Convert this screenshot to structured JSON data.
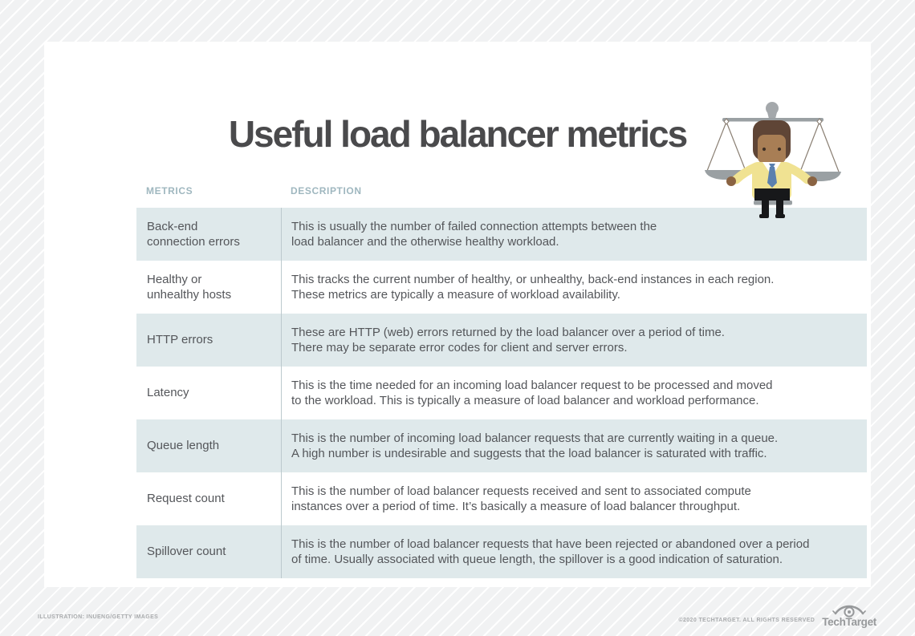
{
  "page": {
    "title": "Useful load balancer metrics"
  },
  "table": {
    "headers": {
      "metrics": "METRICS",
      "description": "DESCRIPTION"
    },
    "rows": [
      {
        "metric": "Back-end\nconnection errors",
        "description": "This is usually the number of failed connection attempts between the\nload balancer and the otherwise healthy workload."
      },
      {
        "metric": "Healthy or\nunhealthy hosts",
        "description": "This tracks the current number of healthy, or unhealthy, back-end instances in each region.\nThese metrics are typically a measure of workload availability."
      },
      {
        "metric": "HTTP errors",
        "description": "These are HTTP (web) errors returned by the load balancer over a period of time.\nThere may be separate error codes for client and server errors."
      },
      {
        "metric": "Latency",
        "description": "This is the time needed for an incoming load balancer request to be processed and moved\nto the workload. This is typically a measure of load balancer and workload performance."
      },
      {
        "metric": "Queue length",
        "description": "This is the number of incoming load balancer requests that are currently waiting in a queue.\nA high number is undesirable and suggests that the load balancer is saturated with traffic."
      },
      {
        "metric": "Request count",
        "description": "This is the number of load balancer requests received and sent to associated compute\ninstances over a period of time. It’s basically a measure of load balancer throughput."
      },
      {
        "metric": "Spillover count",
        "description": "This is the number of load balancer requests that have been rejected or abandoned over a period\nof time. Usually associated with queue length, the spillover is a good indication of saturation."
      }
    ]
  },
  "illustration": {
    "name": "person holding balance scale"
  },
  "footer": {
    "credit": "ILLUSTRATION: INUENG/GETTY IMAGES",
    "copyright": "©2020 TECHTARGET. ALL RIGHTS RESERVED",
    "brand": "TechTarget"
  },
  "colors": {
    "row_shade": "#dfe9eb",
    "header_text": "#9fb7bf",
    "title_text": "#4a4a4c",
    "body_text": "#54565a",
    "background": "#f1f2f3",
    "scale_gray": "#9aa0a3",
    "sweater_yellow": "#f0e292",
    "tie_blue": "#5b80ae"
  }
}
